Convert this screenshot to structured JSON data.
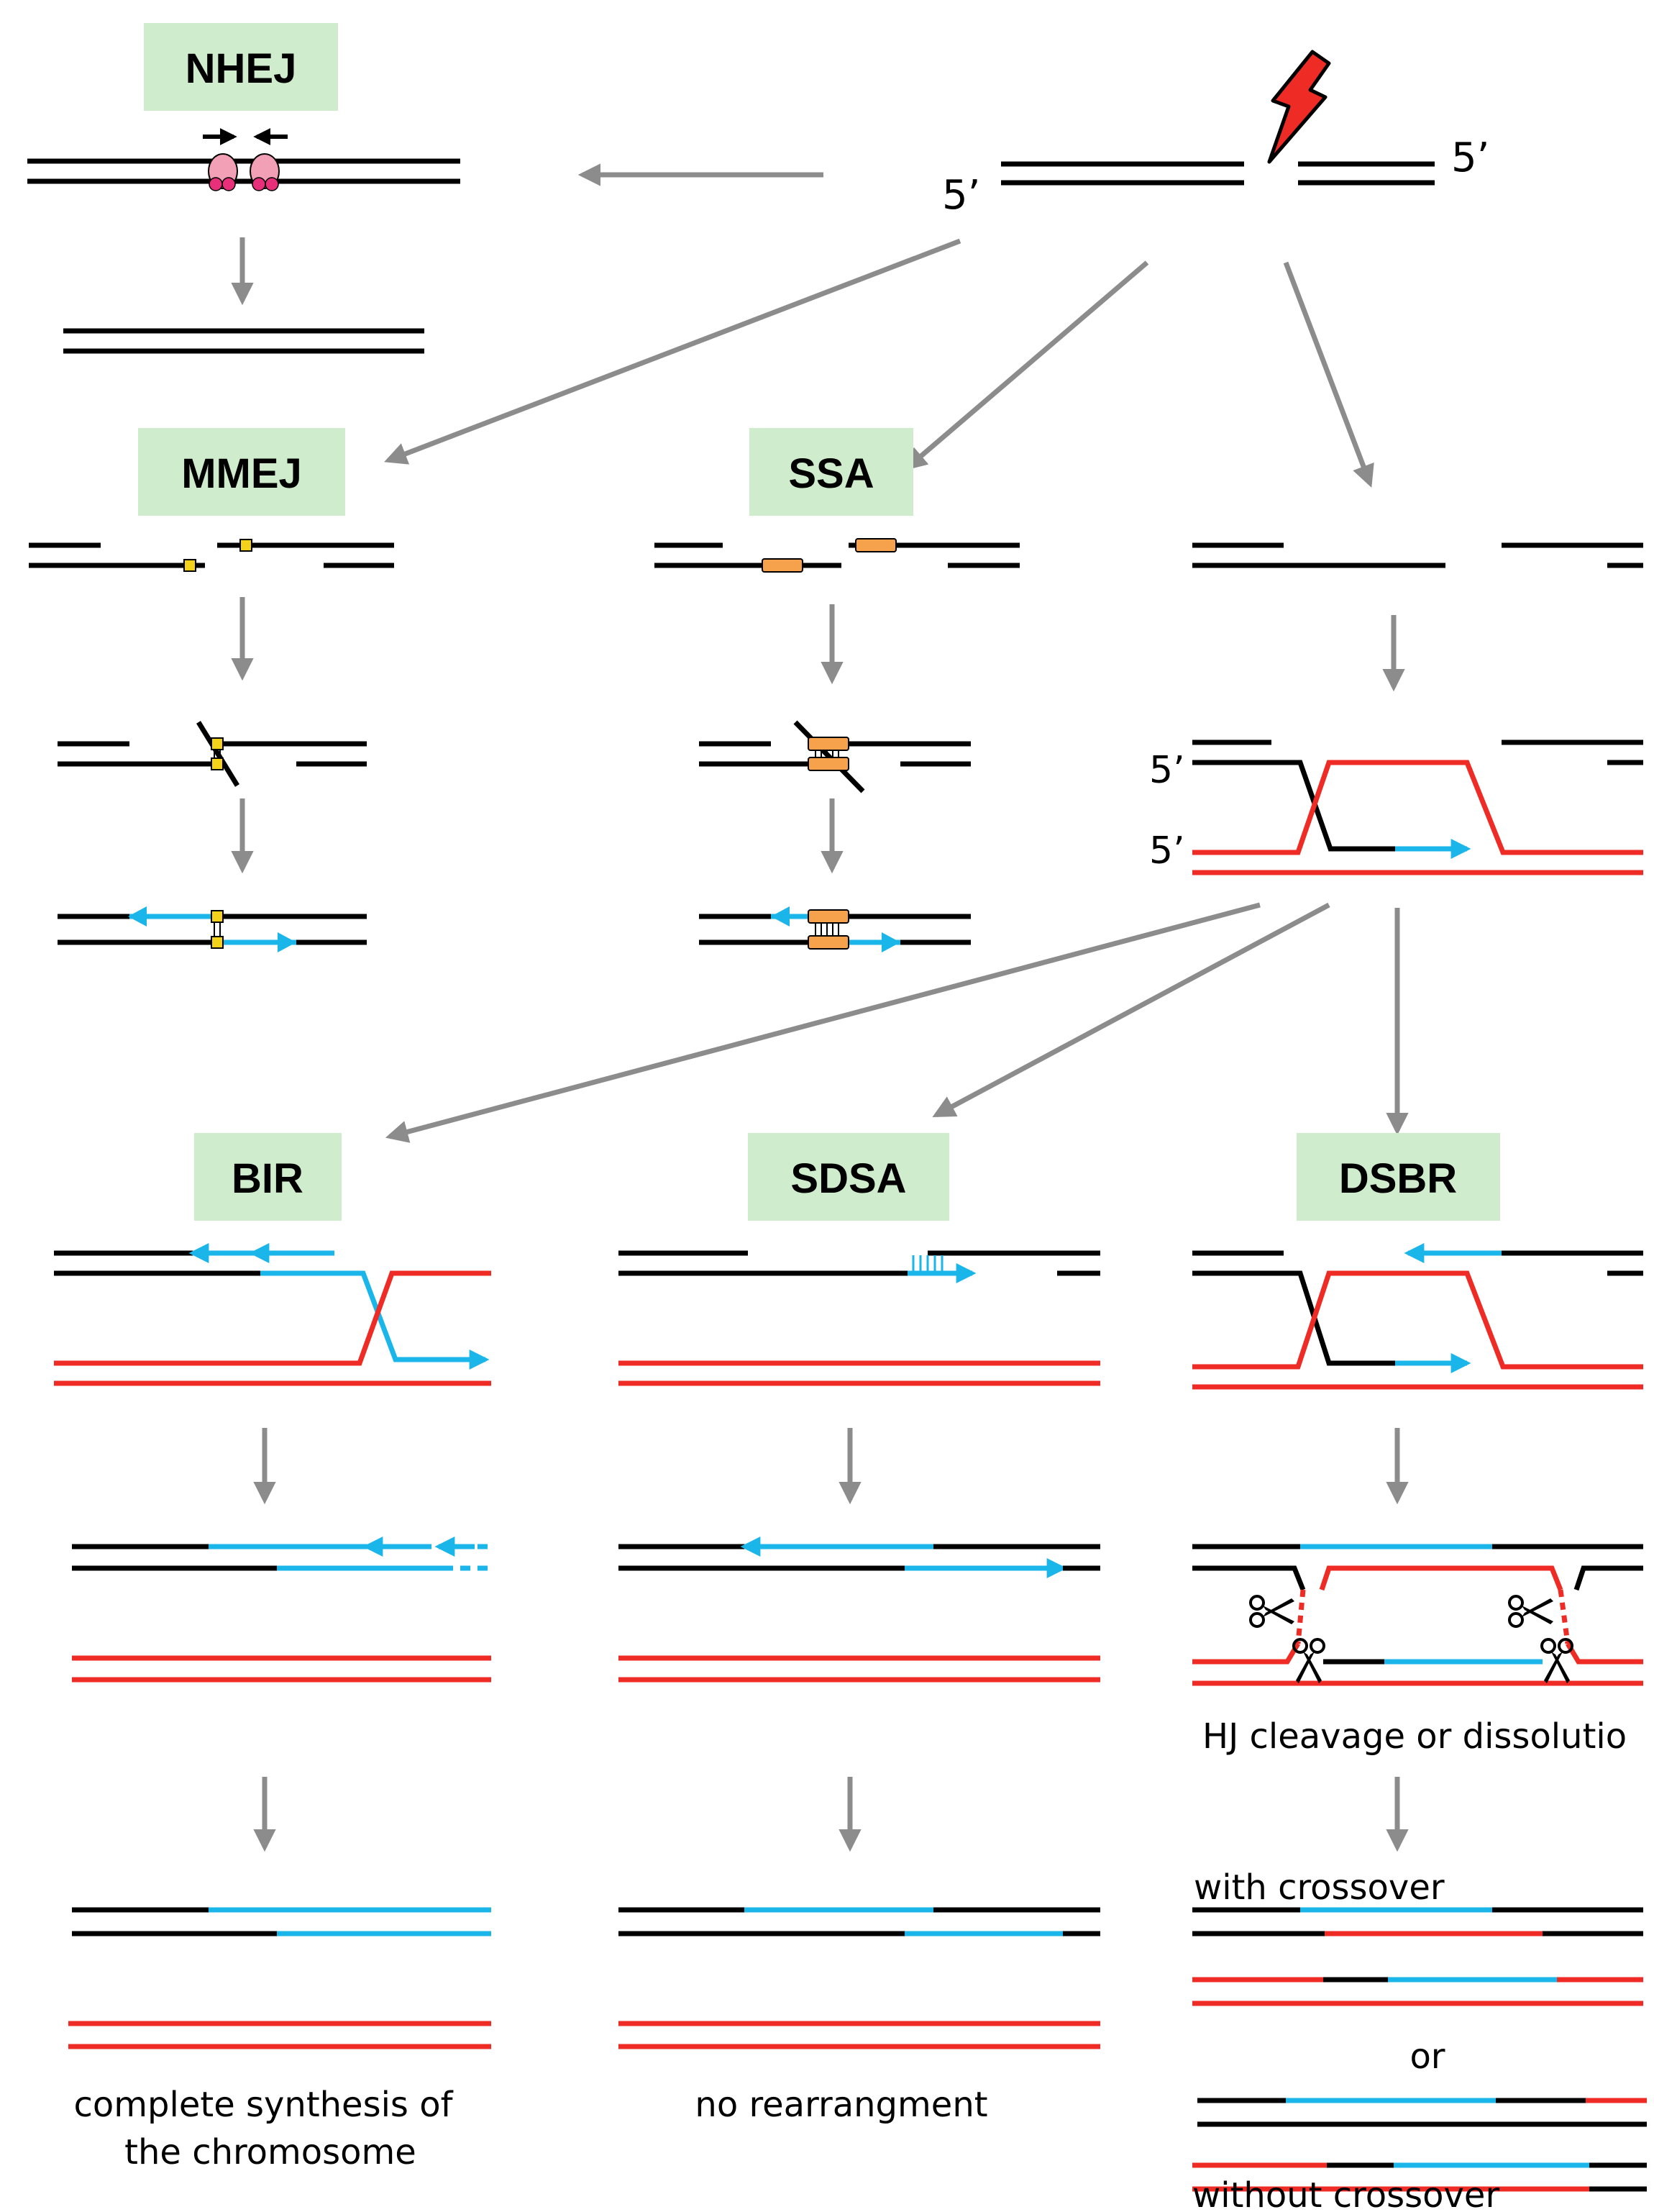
{
  "pathways": {
    "nhej": "NHEJ",
    "mmej": "MMEJ",
    "ssa": "SSA",
    "bir": "BIR",
    "sdsa": "SDSA",
    "dsbr": "DSBR"
  },
  "labels": {
    "five_prime": "5’",
    "hj_cleavage": "HJ cleavage or dissolutio",
    "with_crossover": "with  crossover",
    "or": "or",
    "without_crossover": "without crossover",
    "bir_outcome_1": "complete synthesis of",
    "bir_outcome_2": "the chromosome",
    "sdsa_outcome": "no rearrangment"
  },
  "colors": {
    "dna": "#000000",
    "donor": "#ee2b24",
    "synthesis": "#1ab6ea",
    "arrow": "#8c8c8c",
    "tag_bg": "#cfedcd",
    "micro_homology": "#f4d21b",
    "homology": "#f6a24d",
    "ku": "#f2a0b5",
    "ku_dot": "#e8307a",
    "lightning": "#ee2b24"
  },
  "icons": [
    "lightning-bolt-icon",
    "scissors-icon",
    "ku-protein-icon"
  ]
}
